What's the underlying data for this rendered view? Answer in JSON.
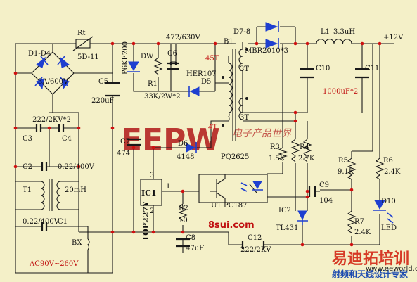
{
  "components": {
    "d1_d4": "D1-D4",
    "bridge_rating": "3A/600V",
    "rt": "Rt",
    "rt_value": "5D-11",
    "c5": "C5",
    "c5_value": "220uF",
    "c3": "C3",
    "c4": "C4",
    "c3c4_value": "222/2KV*2",
    "c2": "C2",
    "c2_value": "0.22/400V",
    "t1": "T1",
    "t1_value": "20mH",
    "c1": "C1",
    "c1_value": "0.22/400V",
    "bx": "BX",
    "ac_input": "AC90V~260V",
    "p6ke200": "P6KE200",
    "dw": "DW",
    "r1": "R1",
    "r1_value": "33K/2W*2",
    "c6": "C6",
    "c6_value": "472/630V",
    "d5": "D5",
    "d5_value": "HER107",
    "b1": "B1",
    "winding_primary": "45T",
    "winding_secondary_1": "3T",
    "winding_secondary_2": "3T",
    "winding_aux": "4T",
    "transformer_core": "PQ2625",
    "c7": "C7",
    "c7_value": "474",
    "d6": "D6",
    "d6_value": "4148",
    "ic1": "IC1",
    "ic1_part": "TOP227Y",
    "pin_3": "3",
    "pin_1": "1",
    "pin_2": "2",
    "r2": "R2",
    "r2_value": "10",
    "c8": "C8",
    "c8_value": "47uF",
    "d7_8": "D7-8",
    "d7_8_value": "MBR2010*3",
    "l1": "L1",
    "l1_value": "3.3uH",
    "output_voltage": "+12V",
    "c10": "C10",
    "c11": "C11",
    "c10c11_value": "1000uF*2",
    "r3": "R3",
    "r3_value": "1.5K",
    "r4": "R4",
    "r4_value": "2.7K",
    "u1": "U1",
    "u1_part": "PC187",
    "c9": "C9",
    "c9_value": "104",
    "ic2": "IC2",
    "ic2_part": "TL431",
    "r5": "R5",
    "r5_value": "9.1K",
    "r6": "R6",
    "r6_value": "2.4K",
    "r7": "R7",
    "r7_value": "2.4K",
    "d10": "D10",
    "d10_value": "LED",
    "c12": "C12",
    "c12_value": "222/2KV"
  },
  "site_label": "8sui.com",
  "watermarks": {
    "brand": "EEPW",
    "brand_cn": "电子产品世界",
    "site_cn": "易迪拓培训",
    "slogan_cn": "射频和天线设计专家",
    "corner_url": "www.eeworld.com.cn"
  },
  "colors": {
    "background": "#f4f0c8",
    "wire": "#1a1a1a",
    "diode": "#1e3fd0",
    "junction": "#d01010",
    "label_red": "#c01010"
  }
}
